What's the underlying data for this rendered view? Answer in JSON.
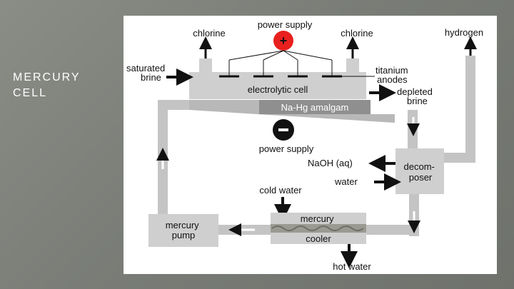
{
  "slide": {
    "title": "MERCURY\nCELL"
  },
  "diagram": {
    "power_supply_top": "power supply",
    "power_supply_top_sign": "+",
    "power_supply_bottom": "power supply",
    "power_supply_bottom_sign": "−",
    "chlorine_left": "chlorine",
    "chlorine_right": "chlorine",
    "hydrogen": "hydrogen",
    "saturated_brine": "saturated\nbrine",
    "titanium_anodes": "titanium\nanodes",
    "electrolytic_cell": "electrolytic cell",
    "depleted_brine": "depleted\nbrine",
    "amalgam": "Na-Hg amalgam",
    "naoh": "NaOH (aq)",
    "decomposer": "decom-\nposer",
    "water": "water",
    "cold_water": "cold water",
    "mercury_pump": "mercury\npump",
    "mercury_cooler": "mercury\ncooler",
    "hot_water": "hot water",
    "colors": {
      "box_fill": "#cfcfcf",
      "pipe": "#c4c4c4",
      "power_red": "#e8201e",
      "power_black": "#111111"
    }
  }
}
